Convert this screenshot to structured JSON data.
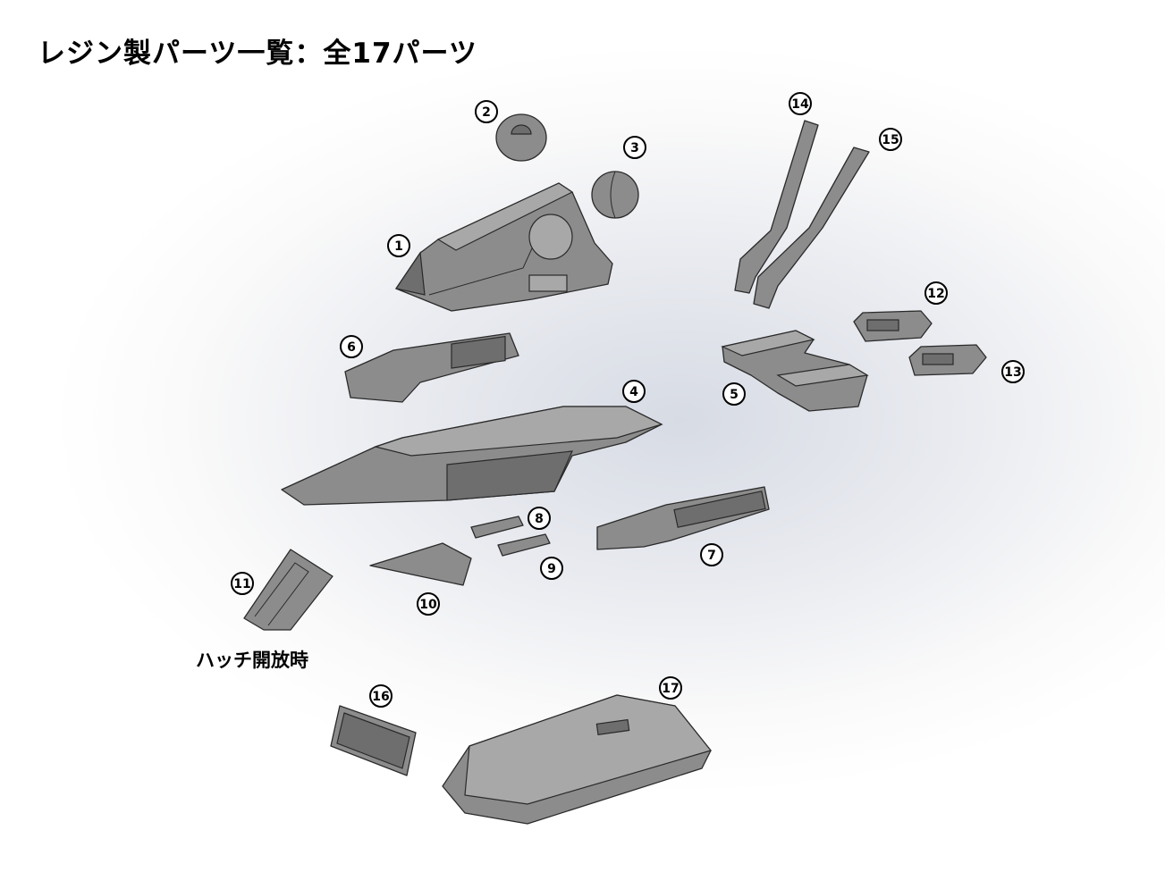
{
  "title": "レジン製パーツ一覧：全17パーツ",
  "hatch_caption": "ハッチ開放時",
  "part_labels": [
    "1",
    "2",
    "3",
    "4",
    "5",
    "6",
    "7",
    "8",
    "9",
    "10",
    "11",
    "12",
    "13",
    "14",
    "15",
    "16",
    "17"
  ],
  "colors": {
    "part_fill": "#8c8c8c",
    "outline": "#2a2a2a"
  }
}
